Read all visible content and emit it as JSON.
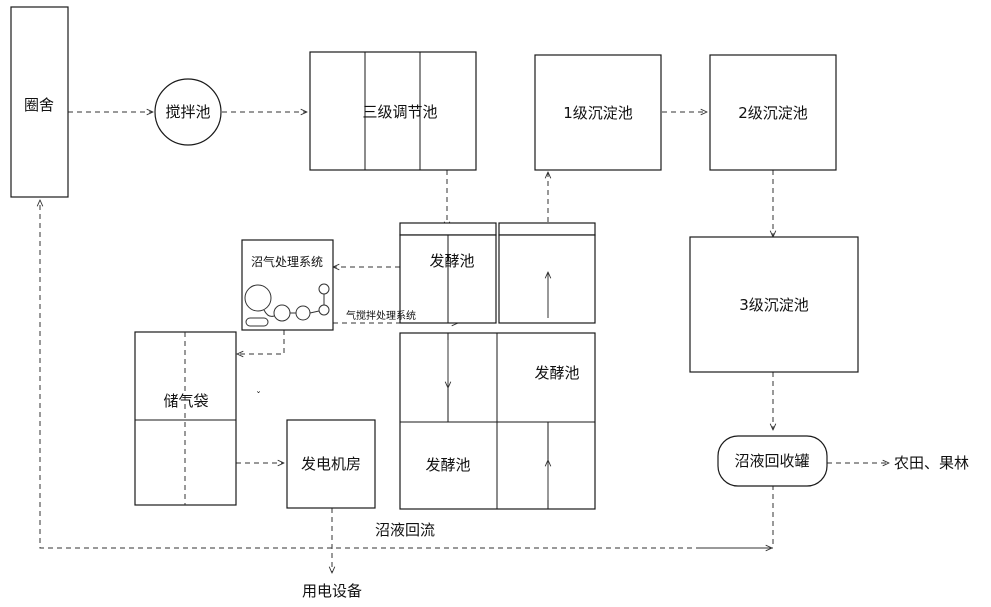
{
  "nodes": {
    "pen": "圈舍",
    "mixing_tank": "搅拌池",
    "regulating_tank": "三级调节池",
    "settling_1": "1级沉淀池",
    "settling_2": "2级沉淀池",
    "settling_3": "3级沉淀池",
    "biogas_system": "沼气处理系统",
    "gas_stirring_system": "气搅拌处理系统",
    "fermentation_top": "发酵池",
    "fermentation_right": "发酵池",
    "fermentation_bottom": "发酵池",
    "gas_bag": "储气袋",
    "generator_room": "发电机房",
    "slurry_tank": "沼液回收罐",
    "farmland": "农田、果林",
    "slurry_return": "沼液回流",
    "power_equipment": "用电设备",
    "stray_mark": "ˇ"
  },
  "colors": {
    "line": "#333333",
    "box_stroke": "#1a1a1a",
    "text": "#111111"
  }
}
